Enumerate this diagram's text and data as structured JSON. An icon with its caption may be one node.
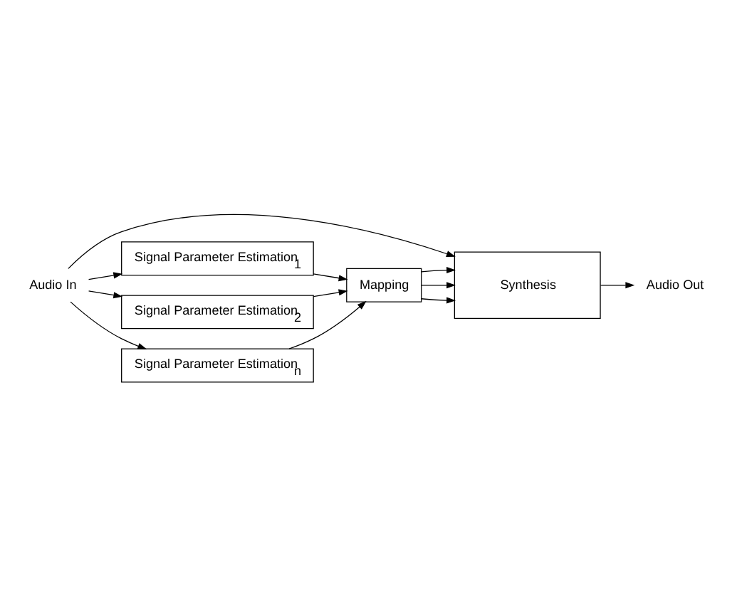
{
  "diagram": {
    "nodes": [
      {
        "text": [
          "Audio In"
        ]
      },
      {
        "text": [
          "Synthesis"
        ]
      },
      {
        "text": [
          "Audio Out"
        ]
      },
      {
        "text": [
          "Mapping"
        ]
      },
      {
        "text": [
          "Signal Parameter Estimation$_{1}$"
        ]
      },
      {
        "text": [
          "Signal Parameter Estimation$_{2}$"
        ]
      },
      {
        "text": [
          "Signal Parameter Estimation$_{n}$"
        ]
      }
    ],
    "edges": [
      {
        "from": 0,
        "to": 1,
        "arrow": "to"
      },
      {
        "from": 1,
        "to": 2,
        "arrow": "to"
      },
      {
        "from": 0,
        "to": 4,
        "arrow": "to"
      },
      {
        "from": 0,
        "to": 5,
        "arrow": "to"
      },
      {
        "from": 0,
        "to": 6,
        "arrow": "to"
      },
      {
        "from": 4,
        "to": 3,
        "arrow": "to"
      },
      {
        "from": 5,
        "to": 3,
        "arrow": "to"
      },
      {
        "from": 6,
        "to": 3,
        "arrow": "to"
      },
      {
        "from": 3,
        "to": 1,
        "arrow": "to"
      },
      {
        "from": 3,
        "to": 1,
        "arrow": "to"
      },
      {
        "from": 3,
        "to": 1,
        "arrow": "to"
      }
    ]
  }
}
